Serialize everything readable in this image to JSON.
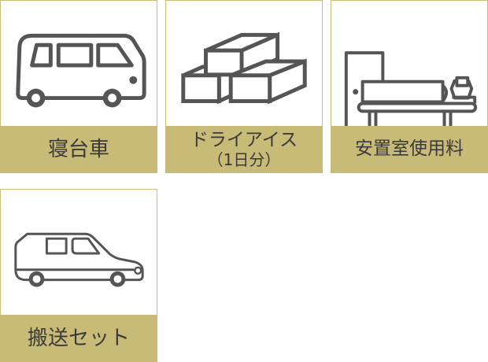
{
  "items": [
    {
      "label": "寝台車",
      "icon": "van-icon"
    },
    {
      "label": "ドライアイス",
      "sublabel": "（1日分）",
      "icon": "dry-ice-blocks-icon"
    },
    {
      "label": "安置室使用料",
      "icon": "resting-room-icon"
    },
    {
      "label": "搬送セット",
      "icon": "hearse-icon"
    }
  ],
  "colors": {
    "accent": "#c8bb78",
    "icon_stroke": "#555555",
    "text": "#3a3a3a",
    "background": "#ffffff"
  }
}
